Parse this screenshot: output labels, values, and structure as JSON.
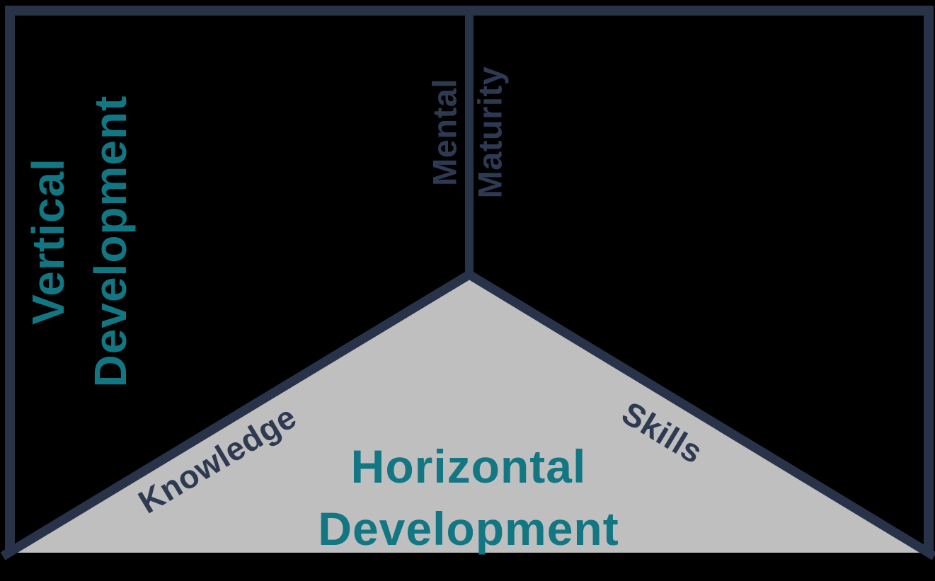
{
  "colors": {
    "background": "#000000",
    "frame": "#28334A",
    "triangle_fill": "#BFBFBF",
    "teal": "#127683",
    "label_navy": "#2E3A52"
  },
  "left_axis": {
    "label_line1": "Vertical",
    "label_line2": "Development"
  },
  "center_axis": {
    "label_word1": "Mental",
    "label_word2": "Maturity"
  },
  "triangle": {
    "heading_line1": "Horizontal",
    "heading_line2": "Development",
    "left_slope_label": "Knowledge",
    "right_slope_label": "Skills"
  }
}
